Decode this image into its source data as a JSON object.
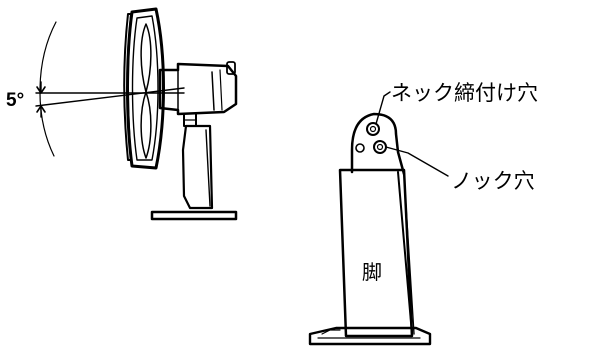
{
  "diagram": {
    "tilt_angle_label": "5°",
    "neck_hole_label": "ネック締付け穴",
    "knock_hole_label": "ノック穴",
    "leg_label": "脚"
  }
}
